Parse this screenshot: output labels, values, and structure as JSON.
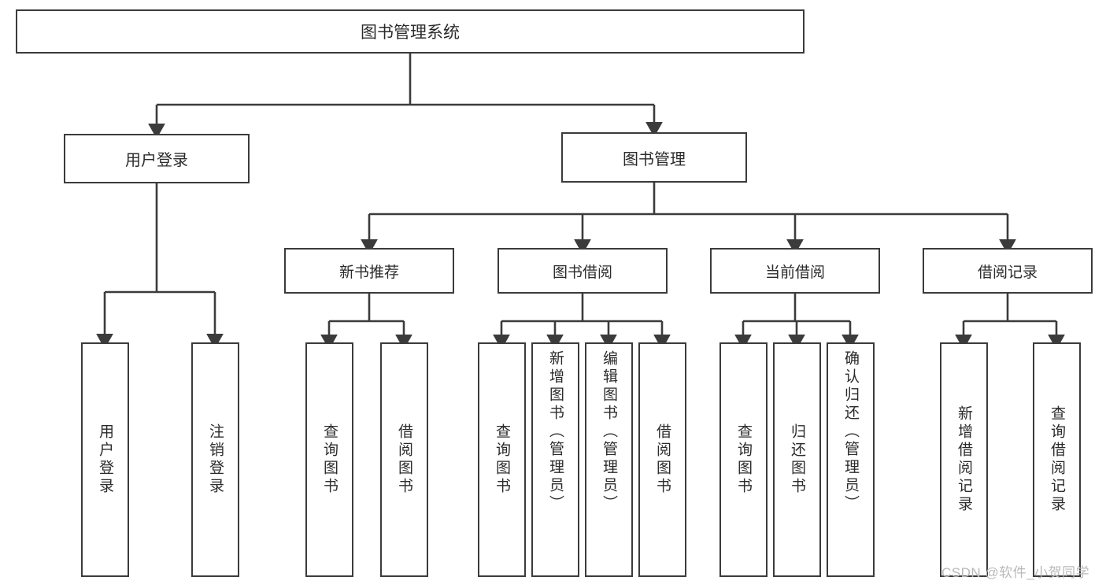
{
  "diagram": {
    "type": "tree",
    "title": "图书管理系统",
    "root": {
      "label": "图书管理系统"
    },
    "tier1": [
      {
        "label": "用户登录"
      },
      {
        "label": "图书管理"
      }
    ],
    "tier2": [
      {
        "label": "新书推荐"
      },
      {
        "label": "图书借阅"
      },
      {
        "label": "当前借阅"
      },
      {
        "label": "借阅记录"
      }
    ],
    "leaves": [
      {
        "label": "用户登录",
        "parent": "用户登录"
      },
      {
        "label": "注销登录",
        "parent": "用户登录"
      },
      {
        "label": "查询图书",
        "parent": "新书推荐"
      },
      {
        "label": "借阅图书",
        "parent": "新书推荐"
      },
      {
        "label": "查询图书",
        "parent": "图书借阅"
      },
      {
        "label": "新增图书（管理员）",
        "parent": "图书借阅"
      },
      {
        "label": "编辑图书（管理员）",
        "parent": "图书借阅"
      },
      {
        "label": "借阅图书",
        "parent": "图书借阅"
      },
      {
        "label": "查询图书",
        "parent": "当前借阅"
      },
      {
        "label": "归还图书",
        "parent": "当前借阅"
      },
      {
        "label": "确认归还（管理员）",
        "parent": "当前借阅"
      },
      {
        "label": "新增借阅记录",
        "parent": "借阅记录"
      },
      {
        "label": "查询借阅记录",
        "parent": "借阅记录"
      }
    ]
  },
  "watermark": {
    "text": "CSDN @软件_小贺同学"
  },
  "colors": {
    "box_border": "#3b3b3b",
    "box_fill": "#ffffff",
    "text": "#2b2b2b",
    "connector": "#3b3b3b",
    "watermark": "#b9b9b9",
    "background": "#ffffff"
  }
}
